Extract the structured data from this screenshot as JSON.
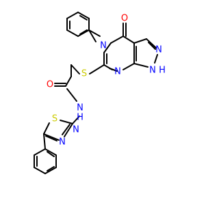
{
  "atoms": {
    "O_keto": {
      "label": "O",
      "color": "#FF0000"
    },
    "N_pyr": {
      "label": "N",
      "color": "#0000FF"
    },
    "N_pz": {
      "label": "N",
      "color": "#0000FF"
    },
    "N_pm": {
      "label": "N",
      "color": "#0000FF"
    },
    "N_H": {
      "label": "N",
      "color": "#0000FF"
    },
    "H_NH": {
      "label": "H",
      "color": "#0000FF"
    },
    "S_link": {
      "label": "S",
      "color": "#CCCC00"
    },
    "O_amide": {
      "label": "O",
      "color": "#FF0000"
    },
    "N_amide": {
      "label": "N",
      "color": "#0000FF"
    },
    "H_amide": {
      "label": "H",
      "color": "#0000FF"
    },
    "S_ring": {
      "label": "S",
      "color": "#CCCC00"
    },
    "N_ring1": {
      "label": "N",
      "color": "#0000FF"
    },
    "N_ring2": {
      "label": "N",
      "color": "#0000FF"
    }
  },
  "colors": {
    "bond": "#000000",
    "oxygen": "#FF0000",
    "nitrogen": "#0000FF",
    "sulfur": "#CCCC00"
  }
}
